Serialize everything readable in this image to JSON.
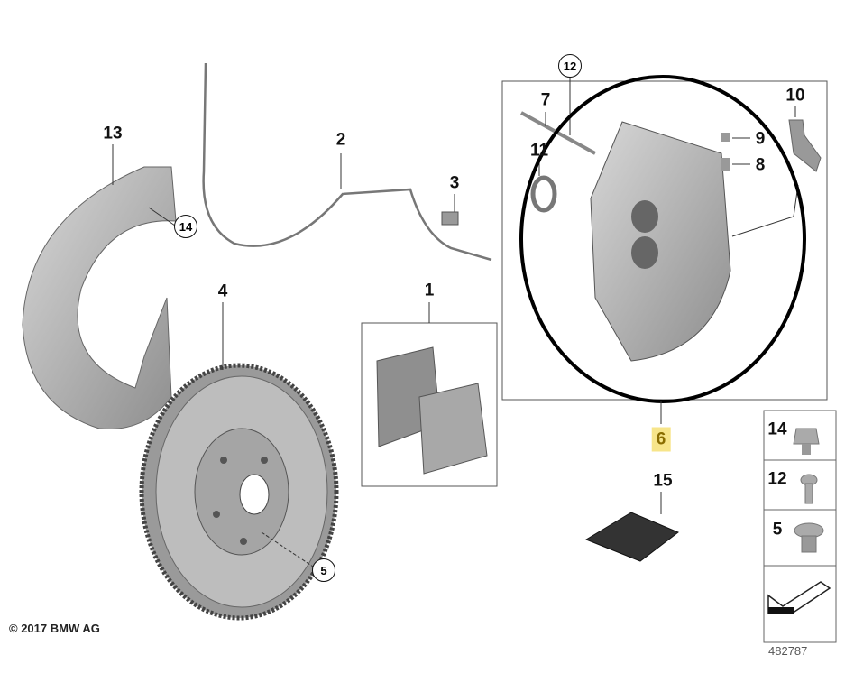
{
  "callouts": {
    "p1": "1",
    "p2": "2",
    "p3": "3",
    "p4": "4",
    "p5_disc": "5",
    "p6": "6",
    "p7": "7",
    "p8": "8",
    "p9": "9",
    "p10": "10",
    "p11": "11",
    "p12_caliper": "12",
    "p13": "13",
    "p14_shield": "14",
    "p15": "15"
  },
  "side_panel": {
    "items": [
      "14",
      "12",
      "5"
    ]
  },
  "copyright": "© 2017 BMW AG",
  "diagram_number": "482787",
  "colors": {
    "highlight": "#f7e58a",
    "highlight_text": "#8a6d00",
    "part_gray": "#b9b9b9"
  }
}
